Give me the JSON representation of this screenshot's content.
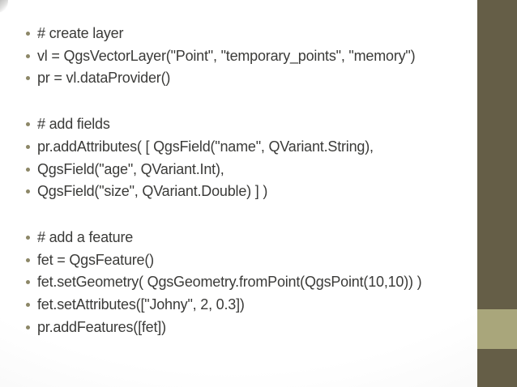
{
  "slide": {
    "groups": [
      {
        "name": "create-layer",
        "lines": [
          "# create layer",
          "vl = QgsVectorLayer(\"Point\", \"temporary_points\", \"memory\")",
          "pr = vl.dataProvider()"
        ]
      },
      {
        "name": "add-fields",
        "lines": [
          "# add fields",
          "pr.addAttributes( [ QgsField(\"name\", QVariant.String),",
          "QgsField(\"age\", QVariant.Int),",
          "QgsField(\"size\", QVariant.Double) ] )"
        ]
      },
      {
        "name": "add-a-feature",
        "lines": [
          "# add a feature",
          "fet = QgsFeature()",
          "fet.setGeometry( QgsGeometry.fromPoint(QgsPoint(10,10)) )",
          "fet.setAttributes([\"Johny\", 2, 0.3])",
          "pr.addFeatures([fet])"
        ]
      }
    ]
  },
  "colors": {
    "sidebar-dark": "#655e47",
    "sidebar-light": "#a9a67b",
    "bullet": "#8c8767",
    "text": "#3b3b39"
  }
}
